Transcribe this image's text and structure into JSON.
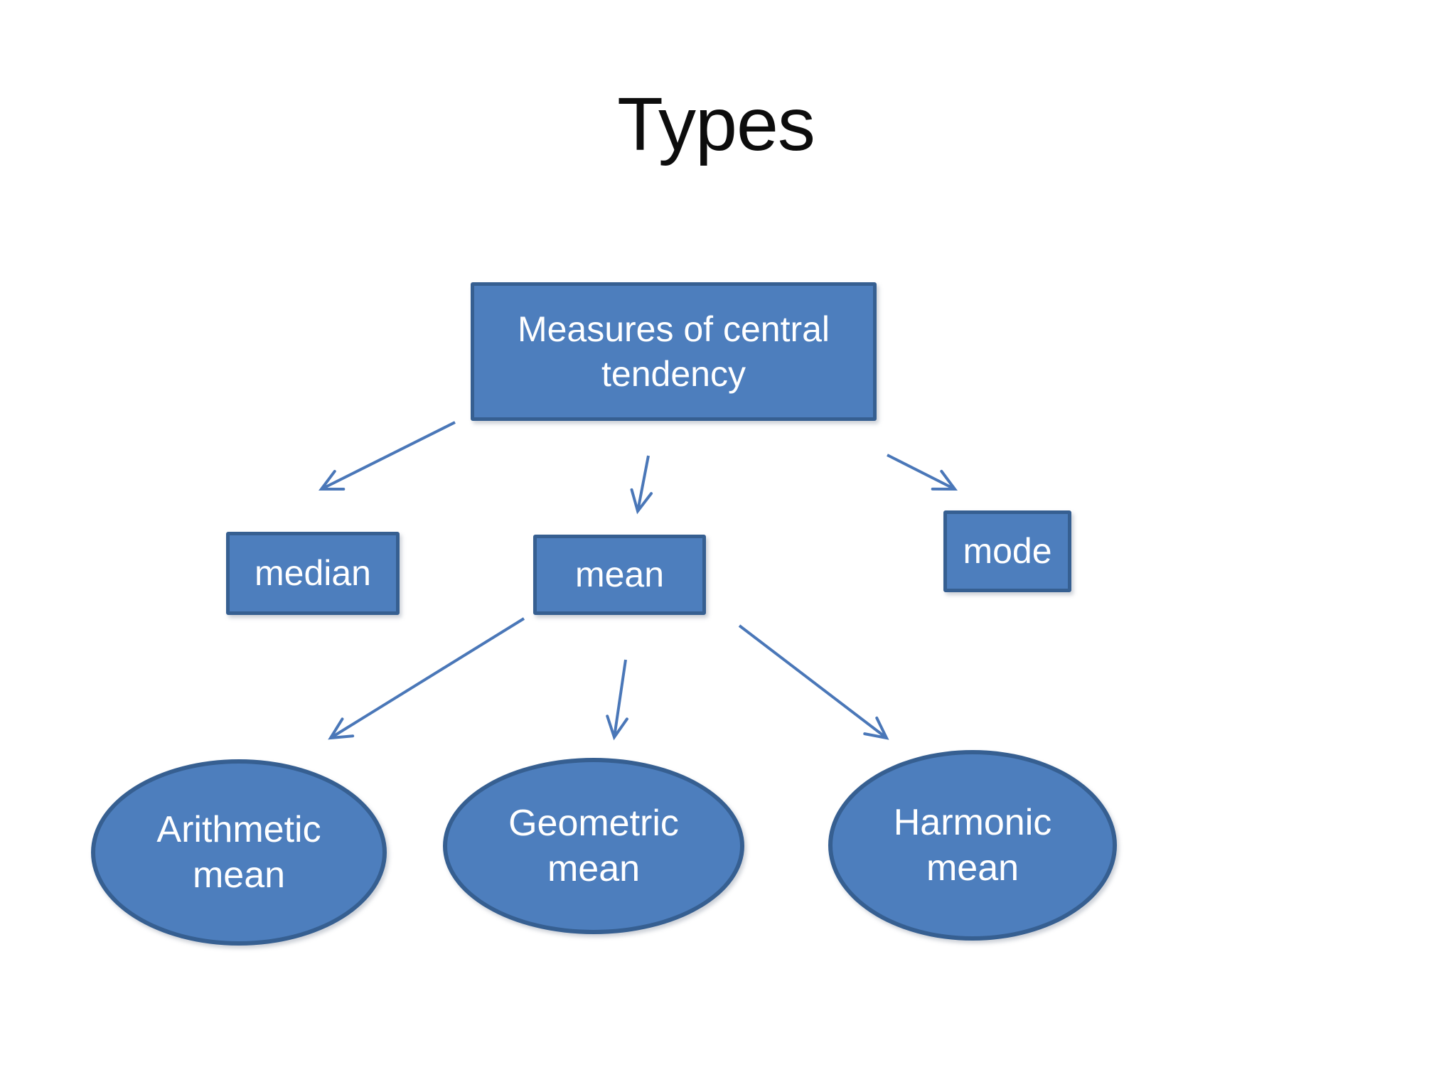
{
  "title": "Types",
  "colors": {
    "shape_fill": "#4d7ebd",
    "shape_border": "#365f91",
    "arrow": "#4a77b8",
    "shape_text": "#ffffff",
    "title_color": "#0d0d0d",
    "background": "#ffffff"
  },
  "diagram": {
    "root": {
      "label": "Measures of central tendency"
    },
    "level2": [
      {
        "id": "median",
        "label": "median"
      },
      {
        "id": "mean",
        "label": "mean"
      },
      {
        "id": "mode",
        "label": "mode"
      }
    ],
    "level3": [
      {
        "id": "arithmetic-mean",
        "label": "Arithmetic mean"
      },
      {
        "id": "geometric-mean",
        "label": "Geometric mean"
      },
      {
        "id": "harmonic-mean",
        "label": "Harmonic mean"
      }
    ]
  }
}
